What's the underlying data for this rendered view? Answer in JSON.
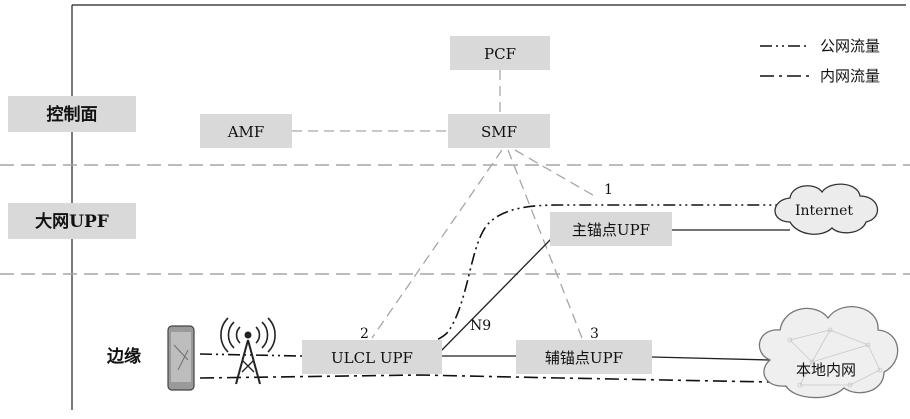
{
  "zones": {
    "control_plane": "控制面",
    "core_upf": "大网UPF",
    "edge": "边缘"
  },
  "nodes": {
    "pcf": "PCF",
    "amf": "AMF",
    "smf": "SMF",
    "main_anchor_upf": "主锚点UPF",
    "ulcl_upf": "ULCL UPF",
    "aux_anchor_upf": "辅锚点UPF",
    "internet": "Internet",
    "local_network": "本地内网"
  },
  "link_labels": {
    "n9": "N9",
    "marker_1": "1",
    "marker_2": "2",
    "marker_3": "3"
  },
  "legend": {
    "public_traffic": "公网流量",
    "private_traffic": "内网流量"
  },
  "colors": {
    "box_fill": "#d9d9d9",
    "dashed_line": "#a6a6a6",
    "divider": "#a6a6a6",
    "solid_line": "#222222",
    "traffic_line": "#111111"
  }
}
